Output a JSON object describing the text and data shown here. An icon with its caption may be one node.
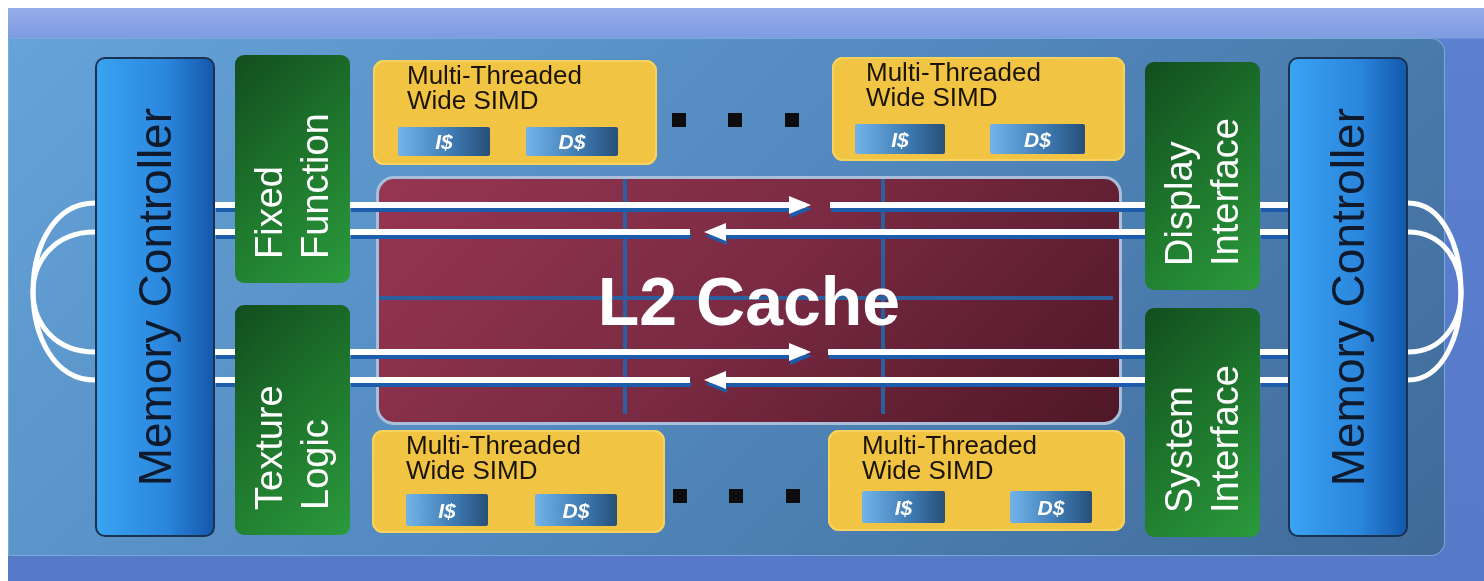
{
  "diagram": {
    "nodes": [
      {
        "text": [
          "Memory Controller"
        ]
      },
      {
        "text": [
          "Fixed Function"
        ]
      },
      {
        "text": [
          "Texture Logic"
        ]
      },
      {
        "text": [
          "Multi-Threaded Wide SIMD"
        ]
      },
      {
        "text": [
          "I$"
        ],
        "in": 3
      },
      {
        "text": [
          "D$"
        ],
        "in": 3
      },
      {
        "text": [
          "Multi-Threaded Wide SIMD"
        ]
      },
      {
        "text": [
          "I$"
        ],
        "in": 6
      },
      {
        "text": [
          "D$"
        ],
        "in": 6
      },
      {
        "text": [
          "L2 Cache"
        ]
      },
      {
        "text": [
          "Multi-Threaded Wide SIMD"
        ]
      },
      {
        "text": [
          "I$"
        ],
        "in": 10
      },
      {
        "text": [
          "D$"
        ],
        "in": 10
      },
      {
        "text": [
          "Multi-Threaded Wide SIMD"
        ]
      },
      {
        "text": [
          "I$"
        ],
        "in": 13
      },
      {
        "text": [
          "D$"
        ],
        "in": 13
      },
      {
        "text": [
          "Display Interface"
        ]
      },
      {
        "text": [
          "System Interface"
        ]
      },
      {
        "text": [
          "Memory Controller"
        ]
      }
    ],
    "edges": [
      {
        "from": 0,
        "to": 1,
        "arrow": "none"
      },
      {
        "from": 1,
        "to": 9,
        "arrow": "to"
      },
      {
        "from": 9,
        "to": 16,
        "arrow": "none"
      },
      {
        "from": 16,
        "to": 18,
        "arrow": "none"
      },
      {
        "from": 18,
        "to": 16,
        "arrow": "none"
      },
      {
        "from": 16,
        "to": 9,
        "arrow": "to"
      },
      {
        "from": 9,
        "to": 1,
        "arrow": "none"
      },
      {
        "from": 1,
        "to": 0,
        "arrow": "none"
      },
      {
        "from": 0,
        "to": 2,
        "arrow": "none"
      },
      {
        "from": 2,
        "to": 9,
        "arrow": "to"
      },
      {
        "from": 9,
        "to": 17,
        "arrow": "none"
      },
      {
        "from": 17,
        "to": 18,
        "arrow": "none"
      },
      {
        "from": 18,
        "to": 17,
        "arrow": "none"
      },
      {
        "from": 17,
        "to": 9,
        "arrow": "to"
      },
      {
        "from": 9,
        "to": 2,
        "arrow": "none"
      },
      {
        "from": 2,
        "to": 0,
        "arrow": "none"
      },
      {
        "from": 0,
        "to": 0,
        "arrow": "none"
      },
      {
        "from": 0,
        "to": 0,
        "arrow": "none"
      },
      {
        "from": 18,
        "to": 18,
        "arrow": "none"
      },
      {
        "from": 18,
        "to": 18,
        "arrow": "none"
      }
    ]
  }
}
